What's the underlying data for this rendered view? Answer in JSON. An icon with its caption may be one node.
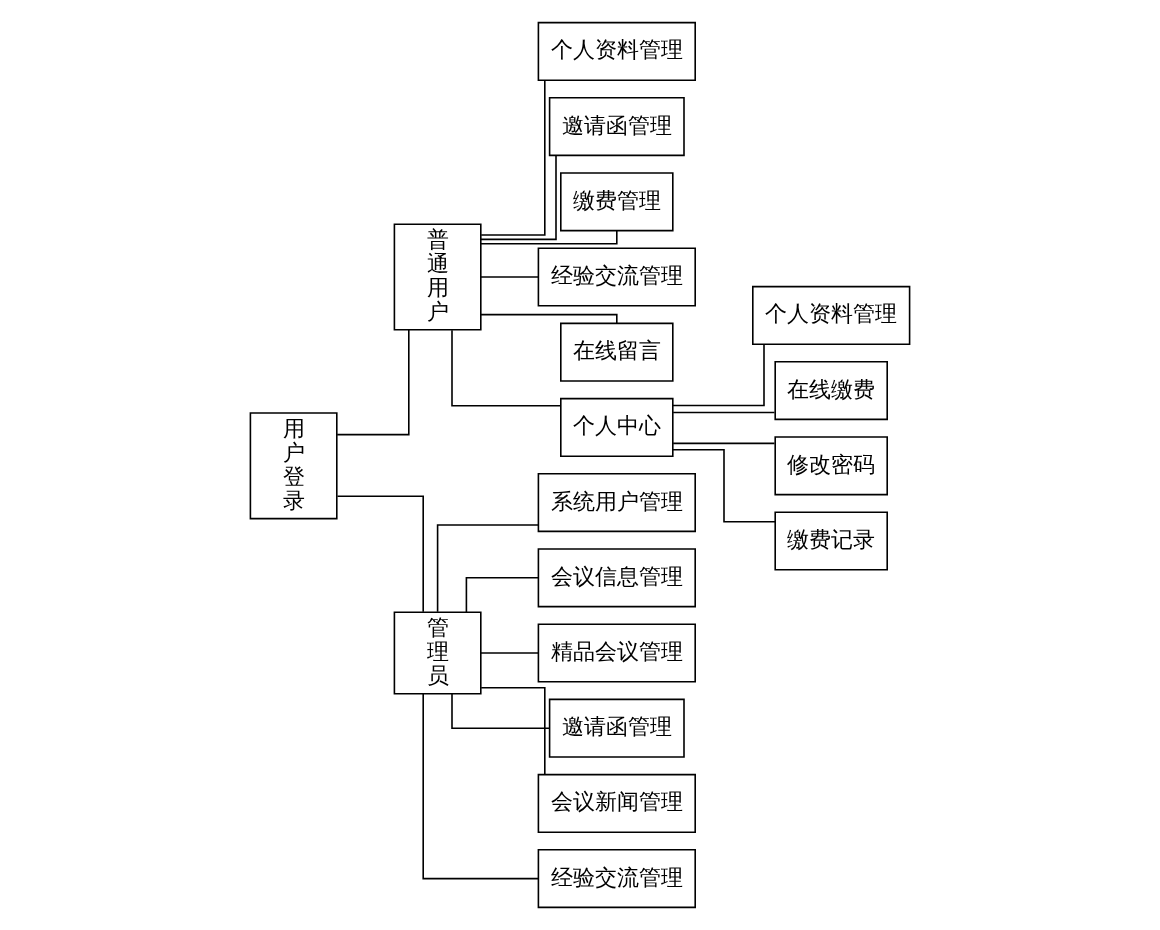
{
  "diagram": {
    "nodes": [
      {
        "text": [
          "用户登录"
        ]
      },
      {
        "text": [
          "普通用户"
        ]
      },
      {
        "text": [
          "管理员"
        ]
      },
      {
        "text": [
          "个人资料管理"
        ]
      },
      {
        "text": [
          "邀请函管理"
        ]
      },
      {
        "text": [
          "缴费管理"
        ]
      },
      {
        "text": [
          "经验交流管理"
        ]
      },
      {
        "text": [
          "在线留言"
        ]
      },
      {
        "text": [
          "个人中心"
        ]
      },
      {
        "text": [
          "个人资料管理"
        ]
      },
      {
        "text": [
          "在线缴费"
        ]
      },
      {
        "text": [
          "修改密码"
        ]
      },
      {
        "text": [
          "缴费记录"
        ]
      },
      {
        "text": [
          "系统用户管理"
        ]
      },
      {
        "text": [
          "会议信息管理"
        ]
      },
      {
        "text": [
          "精品会议管理"
        ]
      },
      {
        "text": [
          "邀请函管理"
        ]
      },
      {
        "text": [
          "会议新闻管理"
        ]
      },
      {
        "text": [
          "经验交流管理"
        ]
      }
    ],
    "edges": [
      {
        "from": 0,
        "to": 1,
        "arrow": "none"
      },
      {
        "from": 0,
        "to": 2,
        "arrow": "none"
      },
      {
        "from": 1,
        "to": 3,
        "arrow": "none"
      },
      {
        "from": 1,
        "to": 4,
        "arrow": "none"
      },
      {
        "from": 1,
        "to": 5,
        "arrow": "none"
      },
      {
        "from": 1,
        "to": 6,
        "arrow": "none"
      },
      {
        "from": 1,
        "to": 7,
        "arrow": "none"
      },
      {
        "from": 1,
        "to": 8,
        "arrow": "none"
      },
      {
        "from": 8,
        "to": 9,
        "arrow": "none"
      },
      {
        "from": 8,
        "to": 10,
        "arrow": "none"
      },
      {
        "from": 8,
        "to": 11,
        "arrow": "none"
      },
      {
        "from": 8,
        "to": 12,
        "arrow": "none"
      },
      {
        "from": 2,
        "to": 13,
        "arrow": "none"
      },
      {
        "from": 2,
        "to": 14,
        "arrow": "none"
      },
      {
        "from": 2,
        "to": 15,
        "arrow": "none"
      },
      {
        "from": 2,
        "to": 16,
        "arrow": "none"
      },
      {
        "from": 2,
        "to": 17,
        "arrow": "none"
      },
      {
        "from": 2,
        "to": 18,
        "arrow": "none"
      }
    ]
  }
}
